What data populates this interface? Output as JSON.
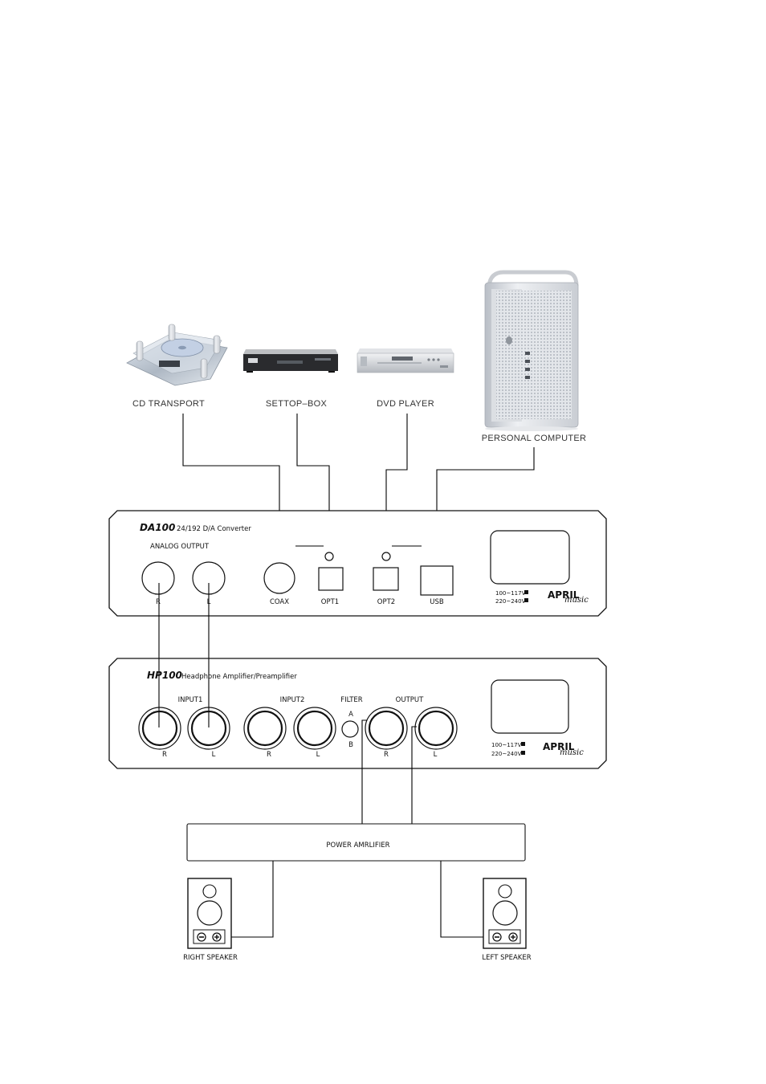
{
  "sources": [
    {
      "label": "CD TRANSPORT",
      "icon": "cd-transport-image"
    },
    {
      "label": "SETTOP–BOX",
      "icon": "settop-box-image"
    },
    {
      "label": "DVD PLAYER",
      "icon": "dvd-player-image"
    },
    {
      "label": "PERSONAL COMPUTER",
      "icon": "personal-computer-image"
    }
  ],
  "da100": {
    "model": "DA100",
    "subtitle": "24/192 D/A Converter",
    "analog_output_label": "ANALOG OUTPUT",
    "jacks": {
      "r": "R",
      "l": "L",
      "coax": "COAX",
      "opt1": "OPT1",
      "opt2": "OPT2",
      "usb": "USB"
    },
    "voltage": [
      "100~117V",
      "220~240V"
    ],
    "brand": "APRIL",
    "brand_script": "music"
  },
  "hp100": {
    "model": "HP100",
    "subtitle": "Headphone Amplifier/Preamplifier",
    "groups": {
      "input1": "INPUT1",
      "input2": "INPUT2",
      "filter": "FILTER",
      "output": "OUTPUT"
    },
    "filter_positions": [
      "A",
      "B"
    ],
    "channel_labels": [
      "R",
      "L",
      "R",
      "L",
      "R",
      "L"
    ],
    "voltage": [
      "100~117V",
      "220~240V"
    ],
    "brand": "APRIL",
    "brand_script": "music"
  },
  "power_amplifier": {
    "label": "POWER AMRLIFIER"
  },
  "speakers": {
    "right": "RIGHT SPEAKER",
    "left": "LEFT SPEAKER"
  },
  "icons": {
    "terminal_negative": "minus-terminal-icon",
    "terminal_positive": "plus-terminal-icon"
  },
  "colors": {
    "line": "#000000",
    "background": "#ffffff",
    "label_text": "#333333"
  }
}
